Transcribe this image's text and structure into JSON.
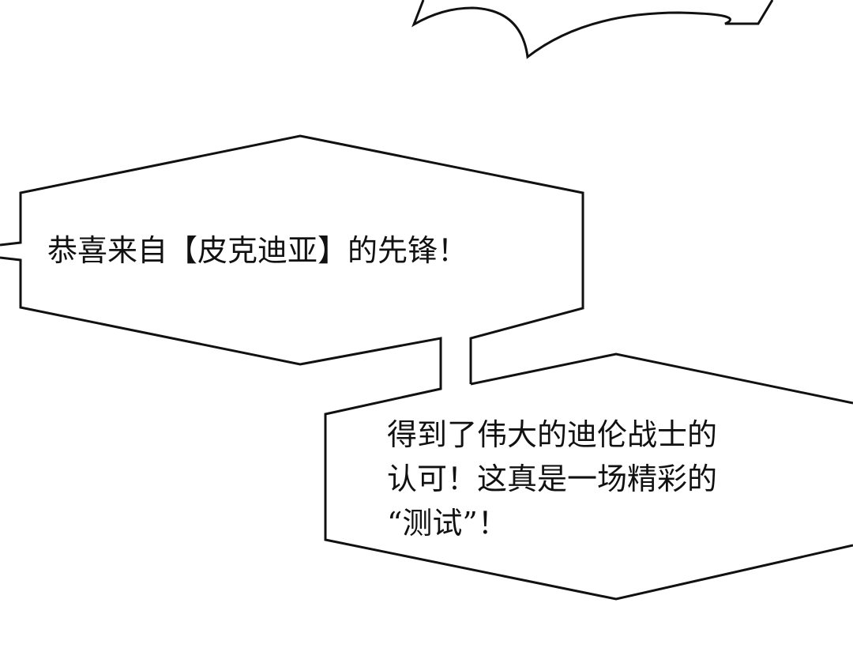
{
  "panel": {
    "background": "#ffffff",
    "stroke_color": "#111111"
  },
  "bubbles": [
    {
      "id": "top-partial-bubble",
      "shape": "cloud-edge",
      "text": ""
    },
    {
      "id": "bubble-1",
      "shape": "hexagon",
      "lines": [
        "恭喜来自【皮克迪亚】的先锋！"
      ]
    },
    {
      "id": "bubble-2",
      "shape": "hexagon",
      "lines": [
        "得到了伟大的迪伦战士的",
        "认可！这真是一场精彩的",
        "“测试”！"
      ]
    }
  ]
}
